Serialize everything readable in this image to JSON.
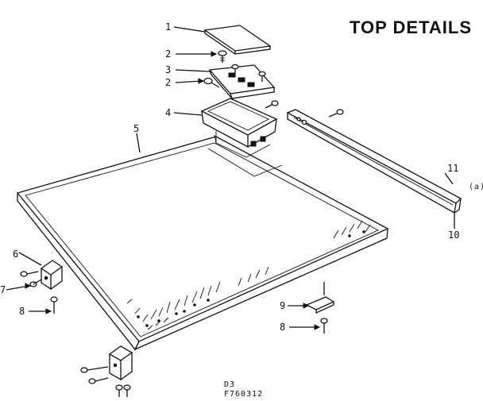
{
  "title": "TOP DETAILS",
  "callouts": {
    "c1": "1",
    "c2a": "2",
    "c3": "3",
    "c2b": "2",
    "c4": "4",
    "c5": "5",
    "c6": "6",
    "c7": "7",
    "c8a": "8",
    "c9": "9",
    "c8b": "8",
    "c10": "10",
    "c11": "11",
    "c11b": "(a)"
  },
  "footer": {
    "code": "D3",
    "number": "F760312"
  }
}
